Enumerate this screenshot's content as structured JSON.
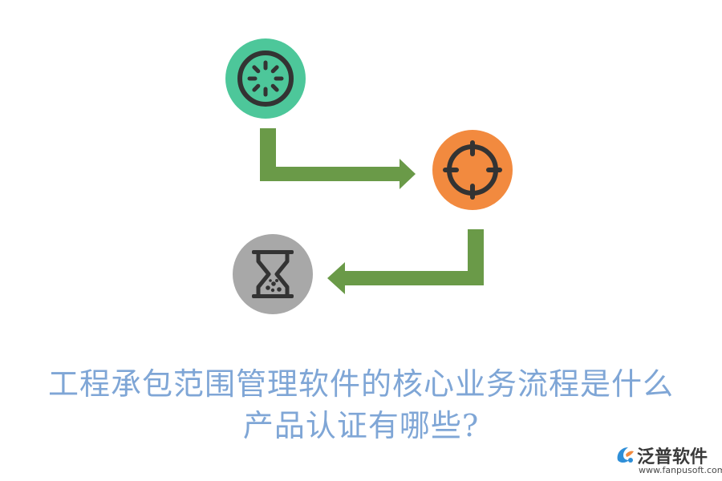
{
  "title": {
    "line1": "工程承包范围管理软件的核心业务流程是什么",
    "line2": "产品认证有哪些?"
  },
  "brand": {
    "name": "泛普软件",
    "url": "www.fanpusoft.com"
  },
  "nodes": [
    {
      "id": "step-1",
      "icon": "loading-spinner-icon",
      "color": "#4dc79a"
    },
    {
      "id": "step-2",
      "icon": "crosshair-target-icon",
      "color": "#f28a3f"
    },
    {
      "id": "step-3",
      "icon": "hourglass-icon",
      "color": "#a8a8a8"
    }
  ],
  "colors": {
    "arrow": "#6a9a48",
    "icon_stroke": "#333333",
    "title": "#7fa6d6",
    "brand_accent": "#2f8fd8",
    "brand_accent_2": "#f28a3f"
  }
}
